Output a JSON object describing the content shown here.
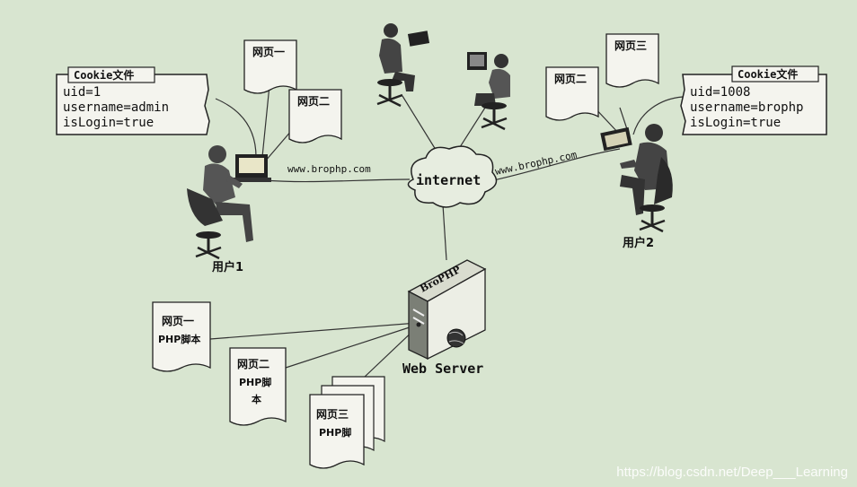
{
  "cookie_user1": {
    "title": "Cookie文件",
    "lines": [
      "uid=1",
      "username=admin",
      "isLogin=true"
    ]
  },
  "cookie_user2": {
    "title": "Cookie文件",
    "lines": [
      "uid=1008",
      "username=brophp",
      "isLogin=true"
    ]
  },
  "pages_user1": [
    "网页一",
    "网页二"
  ],
  "pages_user2": [
    "网页二",
    "网页三"
  ],
  "user1_label": "用户1",
  "user2_label": "用户2",
  "url_left": "www.brophp.com",
  "url_right": "www.brophp.com",
  "cloud_label": "internet",
  "server": {
    "brand": "BroPHP",
    "label": "Web Server"
  },
  "scripts": [
    {
      "name": "网页一",
      "sub": "PHP脚本"
    },
    {
      "name": "网页二",
      "sub": "PHP脚",
      "sub2": "本"
    },
    {
      "name": "网页三",
      "sub": "PHP脚"
    }
  ],
  "watermark": "https://blog.csdn.net/Deep___Learning"
}
